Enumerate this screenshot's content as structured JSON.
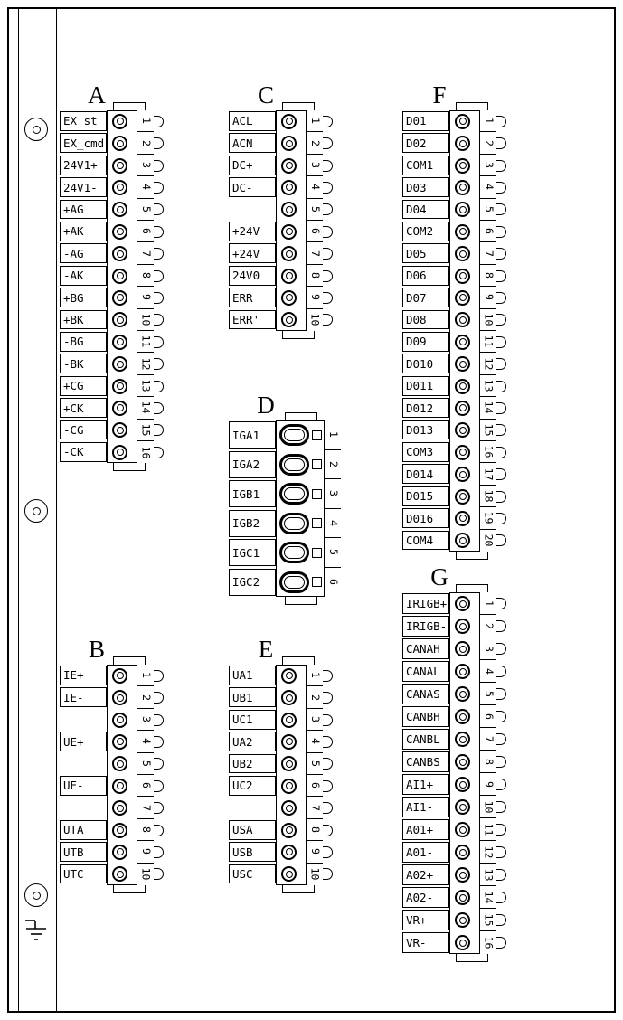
{
  "colors": {
    "line": "#000000",
    "background": "#ffffff"
  },
  "rail": {
    "screws": [
      "screw-top",
      "screw-middle",
      "screw-bottom"
    ],
    "ground_symbol": "chassis-ground-icon"
  },
  "blocks": [
    {
      "letter": "A",
      "terminal_style": "ring",
      "rows": [
        {
          "label": "EX_st",
          "pin": "1"
        },
        {
          "label": "EX_cmd",
          "pin": "2"
        },
        {
          "label": "24V1+",
          "pin": "3"
        },
        {
          "label": "24V1-",
          "pin": "4"
        },
        {
          "label": "+AG",
          "pin": "5"
        },
        {
          "label": "+AK",
          "pin": "6"
        },
        {
          "label": "-AG",
          "pin": "7"
        },
        {
          "label": "-AK",
          "pin": "8"
        },
        {
          "label": "+BG",
          "pin": "9"
        },
        {
          "label": "+BK",
          "pin": "10"
        },
        {
          "label": "-BG",
          "pin": "11"
        },
        {
          "label": "-BK",
          "pin": "12"
        },
        {
          "label": "+CG",
          "pin": "13"
        },
        {
          "label": "+CK",
          "pin": "14"
        },
        {
          "label": "-CG",
          "pin": "15"
        },
        {
          "label": "-CK",
          "pin": "16"
        }
      ]
    },
    {
      "letter": "B",
      "terminal_style": "ring",
      "rows": [
        {
          "label": "IE+",
          "pin": "1"
        },
        {
          "label": "IE-",
          "pin": "2"
        },
        {
          "label": "",
          "pin": "3"
        },
        {
          "label": "UE+",
          "pin": "4"
        },
        {
          "label": "",
          "pin": "5"
        },
        {
          "label": "UE-",
          "pin": "6"
        },
        {
          "label": "",
          "pin": "7"
        },
        {
          "label": "UTA",
          "pin": "8"
        },
        {
          "label": "UTB",
          "pin": "9"
        },
        {
          "label": "UTC",
          "pin": "10"
        }
      ]
    },
    {
      "letter": "C",
      "terminal_style": "ring",
      "rows": [
        {
          "label": "ACL",
          "pin": "1"
        },
        {
          "label": "ACN",
          "pin": "2"
        },
        {
          "label": "DC+",
          "pin": "3"
        },
        {
          "label": "DC-",
          "pin": "4"
        },
        {
          "label": "",
          "pin": "5"
        },
        {
          "label": "+24V",
          "pin": "6"
        },
        {
          "label": "+24V",
          "pin": "7"
        },
        {
          "label": "24V0",
          "pin": "8"
        },
        {
          "label": "ERR",
          "pin": "9"
        },
        {
          "label": "ERR'",
          "pin": "10"
        }
      ]
    },
    {
      "letter": "D",
      "terminal_style": "stadium",
      "rows": [
        {
          "label": "IGA1",
          "pin": "1"
        },
        {
          "label": "IGA2",
          "pin": "2"
        },
        {
          "label": "IGB1",
          "pin": "3"
        },
        {
          "label": "IGB2",
          "pin": "4"
        },
        {
          "label": "IGC1",
          "pin": "5"
        },
        {
          "label": "IGC2",
          "pin": "6"
        }
      ]
    },
    {
      "letter": "E",
      "terminal_style": "ring",
      "rows": [
        {
          "label": "UA1",
          "pin": "1"
        },
        {
          "label": "UB1",
          "pin": "2"
        },
        {
          "label": "UC1",
          "pin": "3"
        },
        {
          "label": "UA2",
          "pin": "4"
        },
        {
          "label": "UB2",
          "pin": "5"
        },
        {
          "label": "UC2",
          "pin": "6"
        },
        {
          "label": "",
          "pin": "7"
        },
        {
          "label": "USA",
          "pin": "8"
        },
        {
          "label": "USB",
          "pin": "9"
        },
        {
          "label": "USC",
          "pin": "10"
        }
      ]
    },
    {
      "letter": "F",
      "terminal_style": "ring",
      "rows": [
        {
          "label": "D01",
          "pin": "1"
        },
        {
          "label": "D02",
          "pin": "2"
        },
        {
          "label": "COM1",
          "pin": "3"
        },
        {
          "label": "D03",
          "pin": "4"
        },
        {
          "label": "D04",
          "pin": "5"
        },
        {
          "label": "COM2",
          "pin": "6"
        },
        {
          "label": "D05",
          "pin": "7"
        },
        {
          "label": "D06",
          "pin": "8"
        },
        {
          "label": "D07",
          "pin": "9"
        },
        {
          "label": "D08",
          "pin": "10"
        },
        {
          "label": "D09",
          "pin": "11"
        },
        {
          "label": "D010",
          "pin": "12"
        },
        {
          "label": "D011",
          "pin": "13"
        },
        {
          "label": "D012",
          "pin": "14"
        },
        {
          "label": "D013",
          "pin": "15"
        },
        {
          "label": "COM3",
          "pin": "16"
        },
        {
          "label": "D014",
          "pin": "17"
        },
        {
          "label": "D015",
          "pin": "18"
        },
        {
          "label": "D016",
          "pin": "19"
        },
        {
          "label": "COM4",
          "pin": "20"
        }
      ]
    },
    {
      "letter": "G",
      "terminal_style": "ring",
      "rows": [
        {
          "label": "IRIGB+",
          "pin": "1"
        },
        {
          "label": "IRIGB-",
          "pin": "2"
        },
        {
          "label": "CANAH",
          "pin": "3"
        },
        {
          "label": "CANAL",
          "pin": "4"
        },
        {
          "label": "CANAS",
          "pin": "5"
        },
        {
          "label": "CANBH",
          "pin": "6"
        },
        {
          "label": "CANBL",
          "pin": "7"
        },
        {
          "label": "CANBS",
          "pin": "8"
        },
        {
          "label": "AI1+",
          "pin": "9"
        },
        {
          "label": "AI1-",
          "pin": "10"
        },
        {
          "label": "A01+",
          "pin": "11"
        },
        {
          "label": "A01-",
          "pin": "12"
        },
        {
          "label": "A02+",
          "pin": "13"
        },
        {
          "label": "A02-",
          "pin": "14"
        },
        {
          "label": "VR+",
          "pin": "15"
        },
        {
          "label": "VR-",
          "pin": "16"
        }
      ]
    }
  ]
}
